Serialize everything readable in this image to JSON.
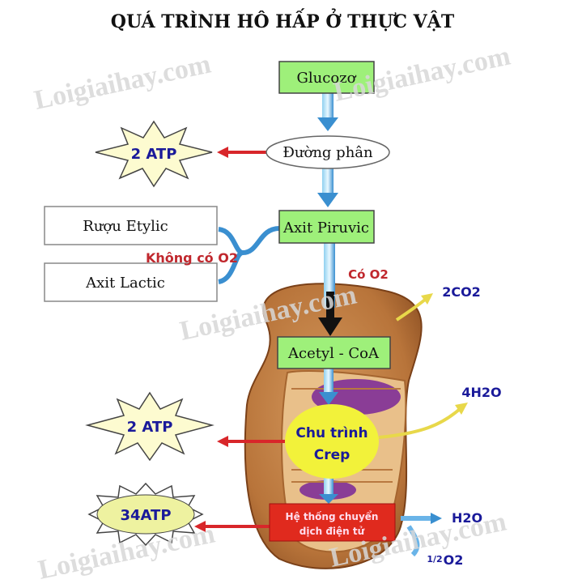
{
  "title": "QUÁ TRÌNH HÔ HẤP Ở THỰC VẬT",
  "nodes": {
    "glucozo": "Glucozơ",
    "duong_phan": "Đường phân",
    "axit_piruvic": "Axit Piruvic",
    "ruou_etylic": "Rượu Etylic",
    "axit_lactic": "Axit Lactic",
    "acetyl_coa": "Acetyl - CoA",
    "crep_line1": "Chu trình",
    "crep_line2": "Crep",
    "etc_line1": "Hệ thống chuyển",
    "etc_line2": "dịch điện tử"
  },
  "labels": {
    "khong_co_o2": "Không có O2",
    "co_o2": "Có O2",
    "atp_glycolysis": "2 ATP",
    "atp_crep": "2 ATP",
    "atp_etc": "34ATP",
    "co2": "2CO2",
    "h2o_4": "4H2O",
    "h2o": "H2O",
    "half": "1/2",
    "o2": "O2"
  },
  "watermark": "Loigiaihay.com",
  "colors": {
    "green_box": "#9ef07a",
    "red_arrow": "#d8262a",
    "blue_text": "#1a1a9a",
    "red_text": "#c0272d",
    "crep": "#f2f23a",
    "etc": "#e02a1e"
  }
}
